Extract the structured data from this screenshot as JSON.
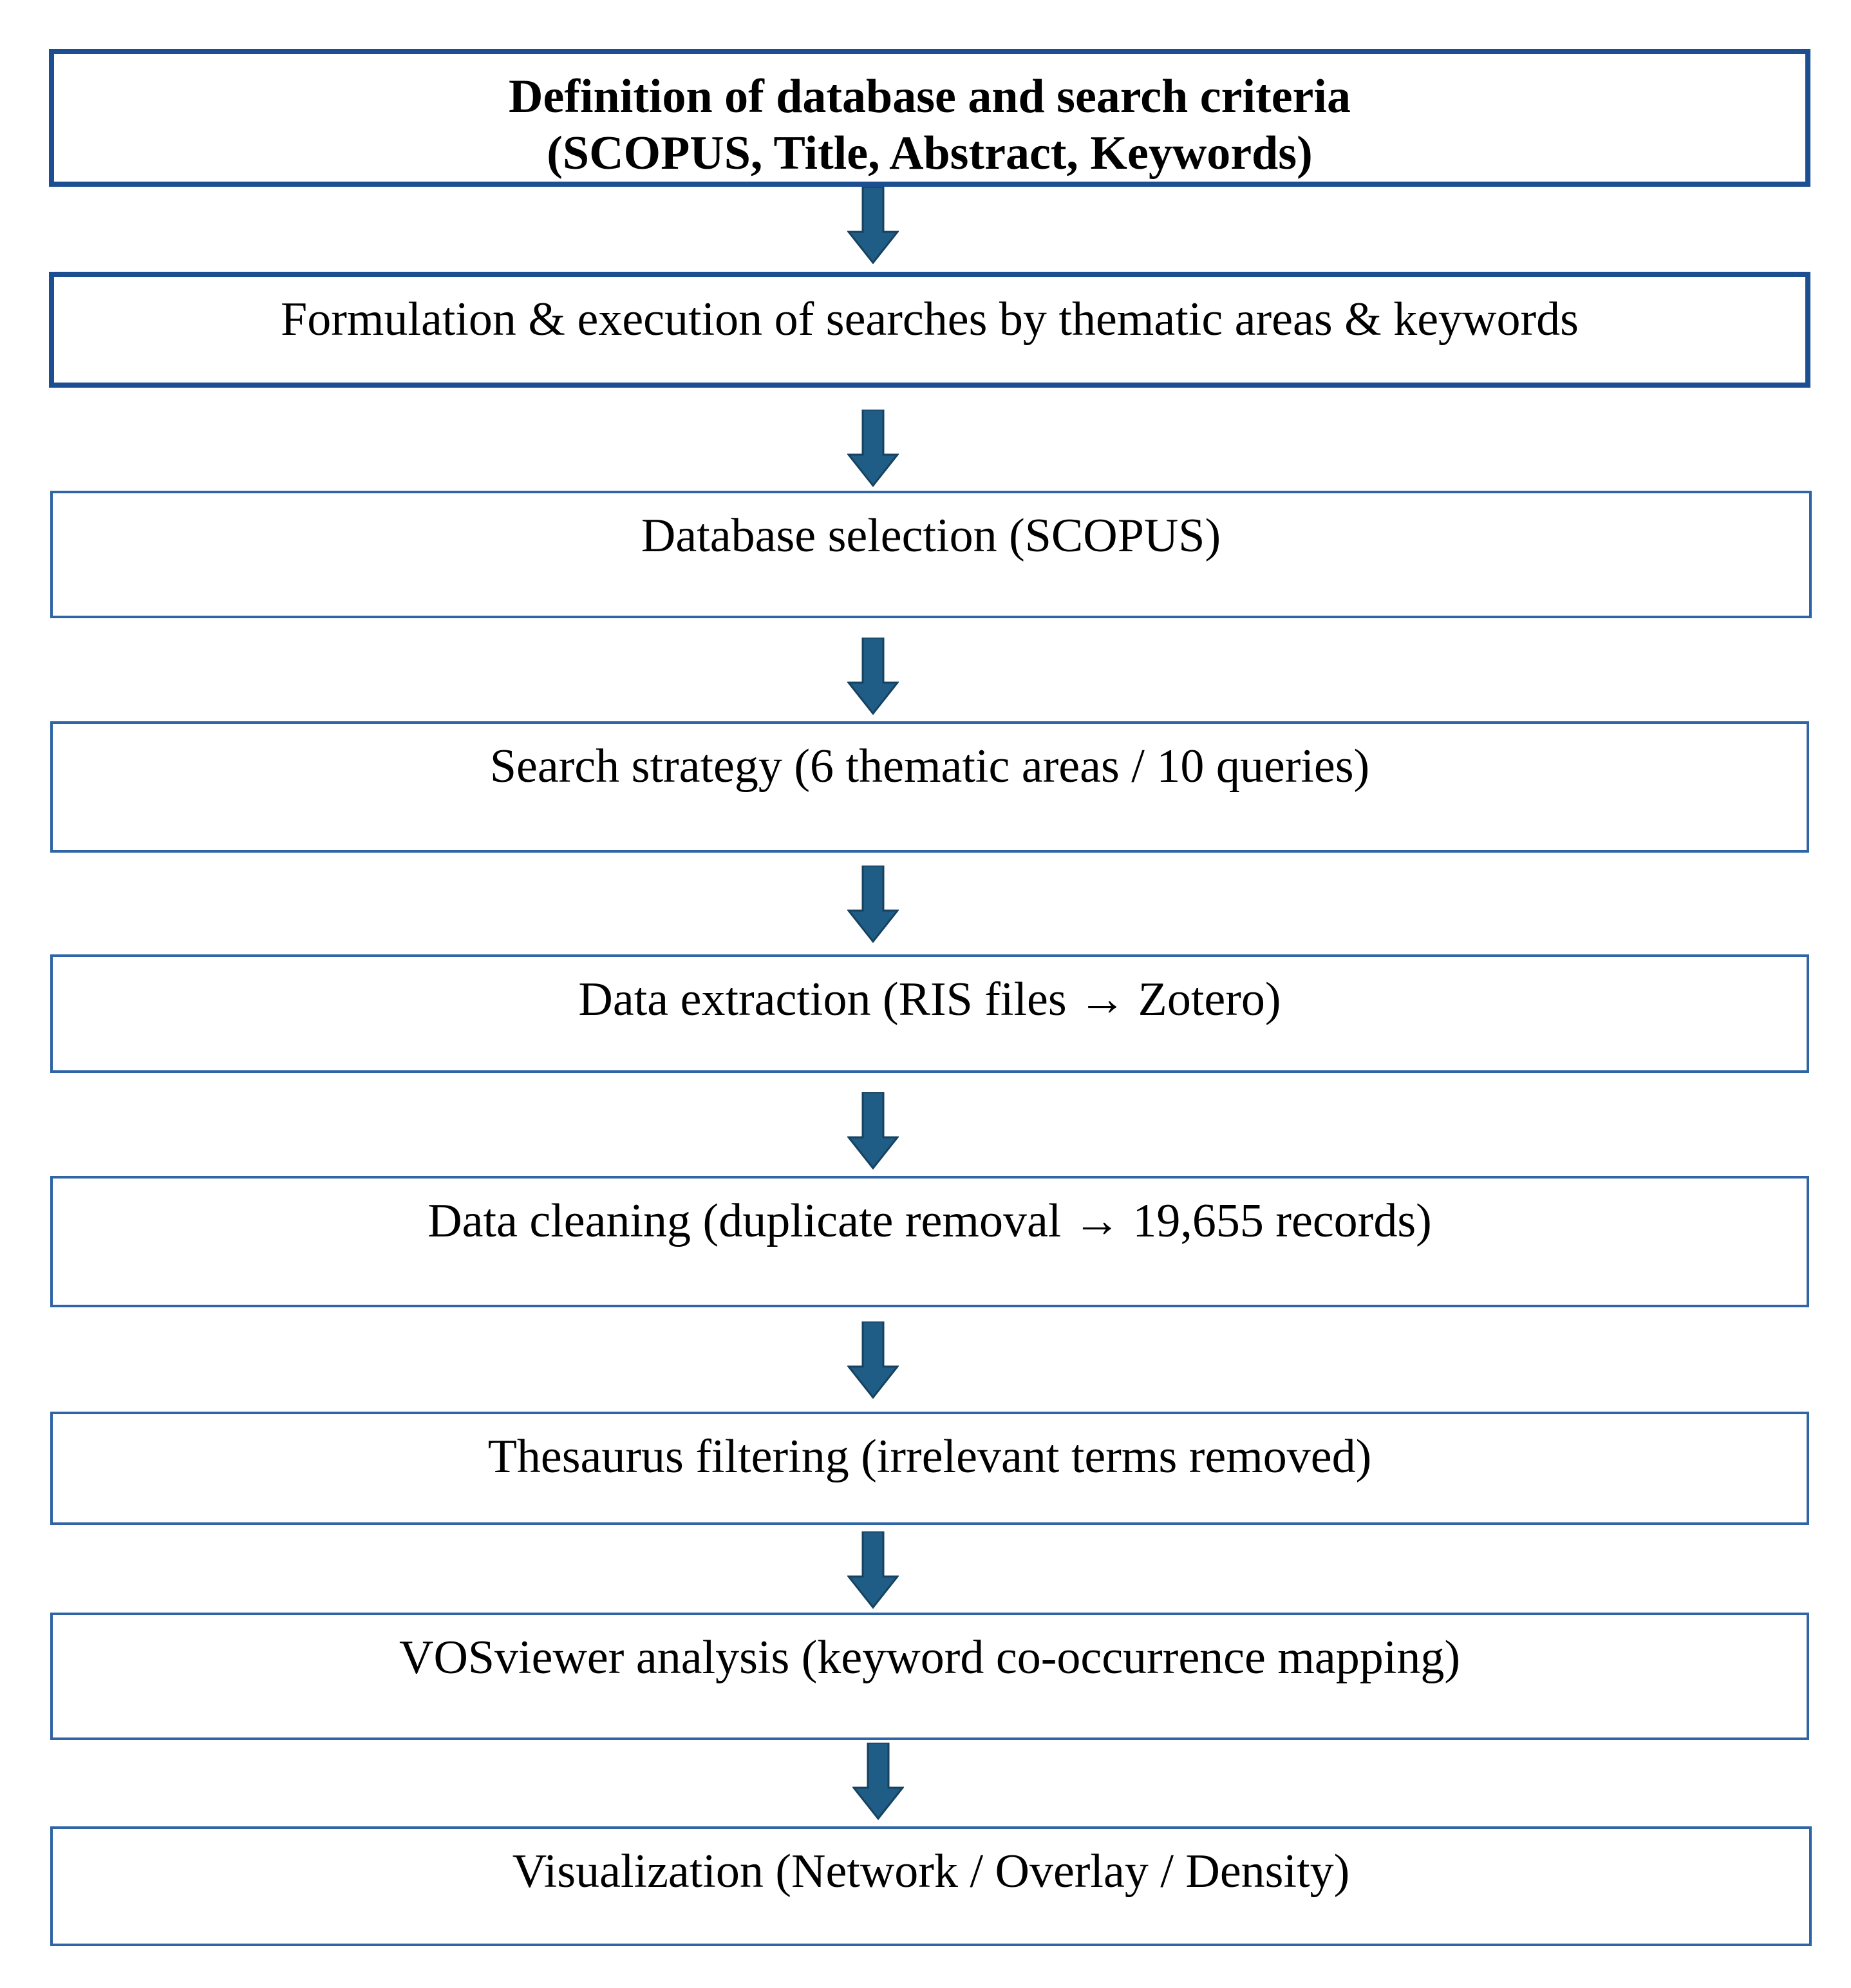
{
  "colors": {
    "box_border_primary": "#1c4f92",
    "box_border": "#2f65a6",
    "arrow_fill": "#1f5c86",
    "arrow_outline": "#16425f",
    "text": "#000000",
    "background": "#ffffff"
  },
  "flowchart": {
    "steps": [
      {
        "id": "search-criteria",
        "label": "Definition of database and search criteria\n(SCOPUS, Title, Abstract, Keywords)"
      },
      {
        "id": "formulation",
        "label": "Formulation & execution of searches by thematic areas & keywords"
      },
      {
        "id": "database-selection",
        "label": "Database selection (SCOPUS)"
      },
      {
        "id": "search-strategy",
        "label": "Search strategy (6 thematic areas / 10 queries)"
      },
      {
        "id": "data-extraction",
        "label": "Data extraction (RIS files → Zotero)"
      },
      {
        "id": "data-cleaning",
        "label": "Data cleaning (duplicate removal → 19,655 records)"
      },
      {
        "id": "thesaurus-filtering",
        "label": "Thesaurus filtering (irrelevant terms removed)"
      },
      {
        "id": "vosviewer-analysis",
        "label": "VOSviewer analysis (keyword co-occurrence mapping)"
      },
      {
        "id": "visualization",
        "label": "Visualization (Network / Overlay / Density)"
      }
    ],
    "arrows": [
      {
        "from": "search-criteria",
        "to": "formulation"
      },
      {
        "from": "formulation",
        "to": "database-selection"
      },
      {
        "from": "database-selection",
        "to": "search-strategy"
      },
      {
        "from": "search-strategy",
        "to": "data-extraction"
      },
      {
        "from": "data-extraction",
        "to": "data-cleaning"
      },
      {
        "from": "data-cleaning",
        "to": "thesaurus-filtering"
      },
      {
        "from": "thesaurus-filtering",
        "to": "vosviewer-analysis"
      },
      {
        "from": "vosviewer-analysis",
        "to": "visualization"
      }
    ]
  }
}
